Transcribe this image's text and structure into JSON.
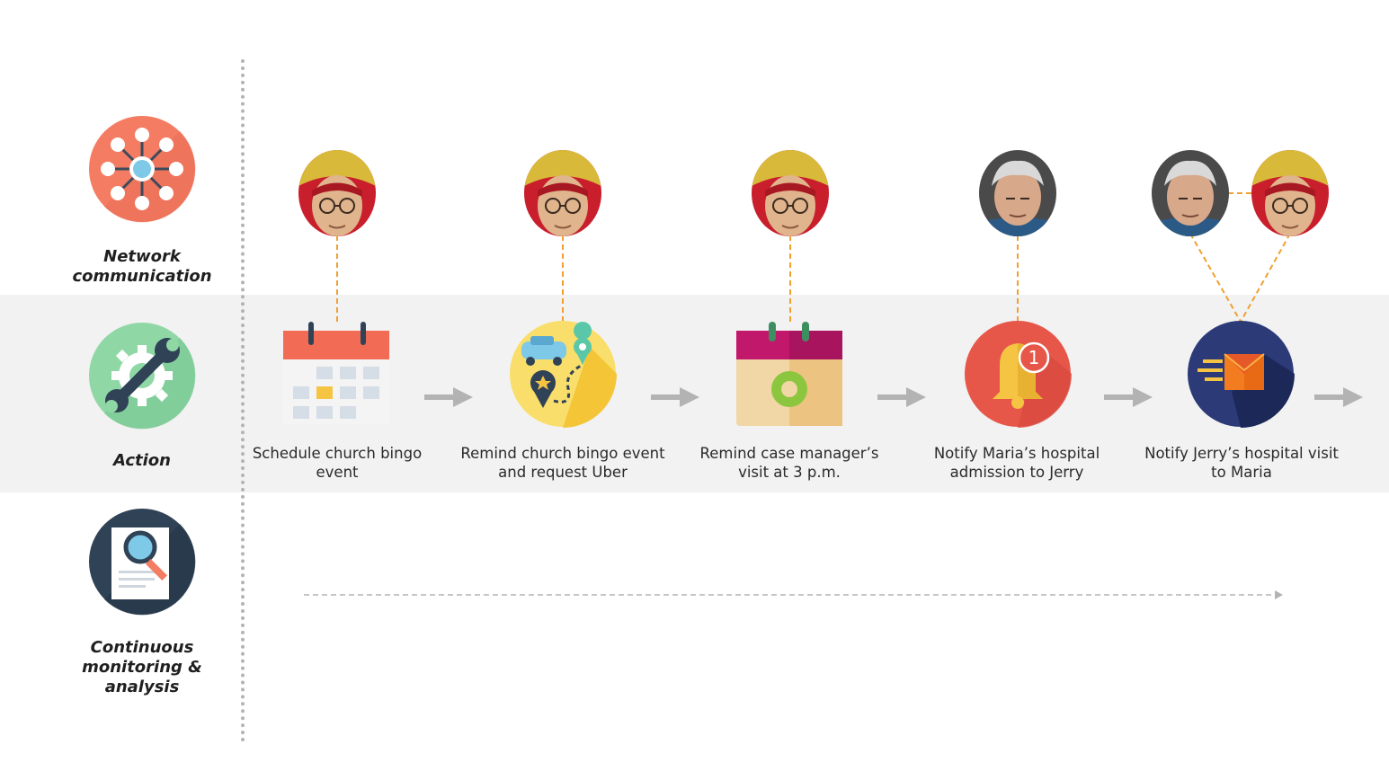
{
  "rows": {
    "network": "Network communication",
    "action": "Action",
    "monitoring": "Continuous monitoring & analysis"
  },
  "steps": [
    {
      "label": "Schedule church bingo event",
      "icon": "calendar-icon",
      "avatars": [
        "maria"
      ]
    },
    {
      "label": "Remind church bingo event and request Uber",
      "icon": "map-car-icon",
      "avatars": [
        "maria"
      ]
    },
    {
      "label": "Remind case manager’s visit at 3 p.m.",
      "icon": "calendar-appointment-icon",
      "avatars": [
        "maria"
      ]
    },
    {
      "label": "Notify Maria’s hospital admission to Jerry",
      "icon": "bell-notification-icon",
      "avatars": [
        "jerry"
      ]
    },
    {
      "label": "Notify Jerry’s hospital visit to Maria",
      "icon": "mail-icon",
      "avatars": [
        "jerry",
        "maria"
      ]
    }
  ],
  "badge": "1",
  "colors": {
    "network": "#f47c63",
    "action": "#8fd8a5",
    "monitoring": "#2f4256",
    "connector": "#f0a030",
    "arrow": "#b3b3b3",
    "band": "#f2f2f2"
  }
}
